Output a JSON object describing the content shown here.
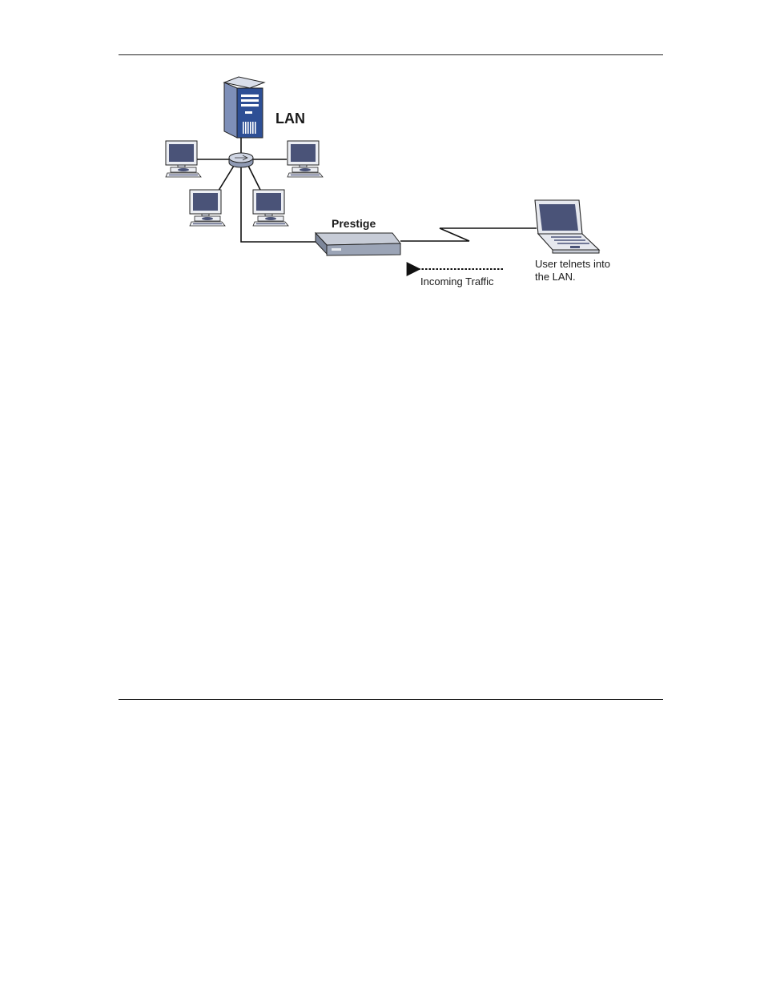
{
  "diagram": {
    "lan_label": "LAN",
    "prestige_label": "Prestige",
    "traffic_label": "Incoming Traffic",
    "user_label_line1": "User telnets into",
    "user_label_line2": "the LAN."
  },
  "colors": {
    "monitor_screen": "#4a5378",
    "server_blue": "#2e4f95",
    "device_face": "#a5adbc",
    "line": "#111111"
  }
}
